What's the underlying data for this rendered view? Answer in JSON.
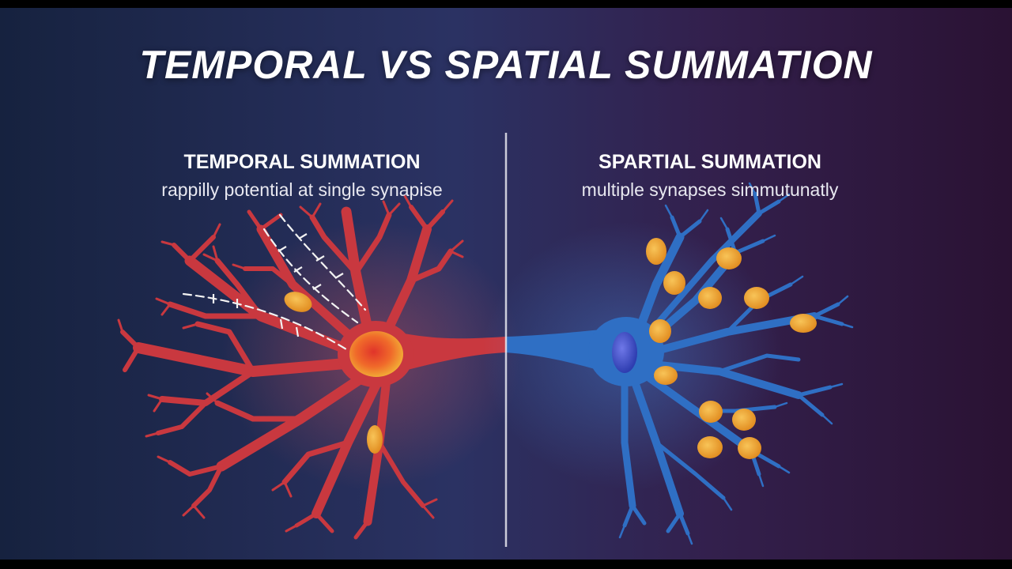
{
  "title": "TEMPORAL VS SPATIAL SUMMATION",
  "left_panel": {
    "heading": "TEMPORAL SUMMATION",
    "caption": "rappilly potential at single synapise"
  },
  "right_panel": {
    "heading": "SPARTIAL SUMMATION",
    "caption": "multiple synapses simmutunatly"
  },
  "colors": {
    "background_left": "#1a2a4d",
    "background_right": "#36193f",
    "neuron_left": "#c9383f",
    "neuron_right": "#2f6fc4",
    "synapse": "#f0a830",
    "divider": "#e8e8f0"
  }
}
